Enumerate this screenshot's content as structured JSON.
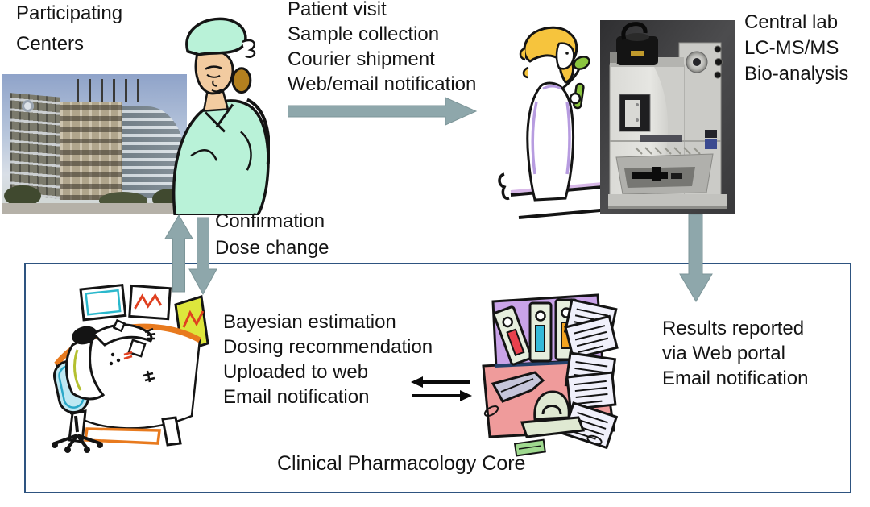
{
  "colors": {
    "flow_arrow": "#8ea7ab",
    "box_border": "#2e5480",
    "text": "#141414"
  },
  "participating_centers": {
    "lines": [
      "Participating",
      "Centers"
    ]
  },
  "patient_flow": {
    "lines": [
      "Patient visit",
      "Sample collection",
      "Courier shipment",
      "Web/email notification"
    ]
  },
  "central_lab": {
    "lines": [
      "Central lab",
      "LC-MS/MS",
      "Bio-analysis"
    ]
  },
  "confirmation": {
    "lines": [
      "Confirmation",
      "Dose change"
    ]
  },
  "core_box": {
    "bayesian": {
      "lines": [
        "Bayesian estimation",
        "Dosing recommendation",
        "Uploaded to web",
        "Email notification"
      ]
    },
    "results": {
      "lines": [
        "Results reported",
        "via Web portal",
        "Email notification"
      ]
    },
    "title": "Clinical Pharmacology Core"
  },
  "icons": {
    "hospital_photo": "hospital-building-photo",
    "nurse": "nurse-clipart",
    "scientist": "lab-scientist-clipart",
    "lcms": "lcms-instrument-photo",
    "analyst": "analyst-at-desk-clipart",
    "records": "binders-and-documents-clipart",
    "flow_right_arrow": "teal-right-arrow",
    "confirmation_arrows": "teal-up-down-arrows",
    "results_arrow": "teal-down-arrow",
    "exchange_arrows": "black-left-right-arrows"
  }
}
